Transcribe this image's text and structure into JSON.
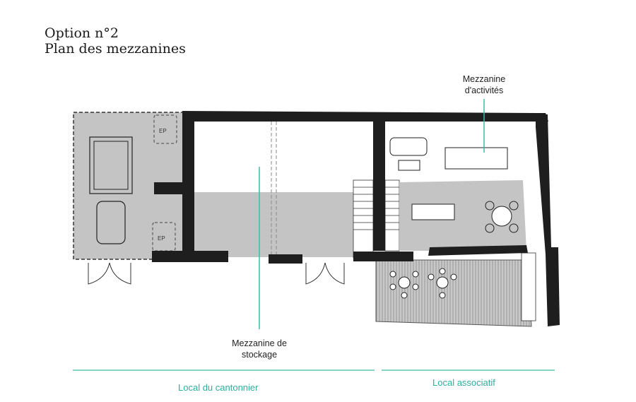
{
  "title": {
    "line1": "Option n°2",
    "line2": "Plan des mezzanines"
  },
  "labels": {
    "mezz_activites": "Mezzanine d'activités",
    "mezz_stockage": "Mezzanine de stockage",
    "ep": "EP"
  },
  "zones": {
    "cantonnier": "Local du cantonnier",
    "associatif": "Local associatif"
  },
  "colors": {
    "accent": "#3dbba8",
    "wall": "#1e1e1e",
    "floor": "#c4c4c4"
  }
}
